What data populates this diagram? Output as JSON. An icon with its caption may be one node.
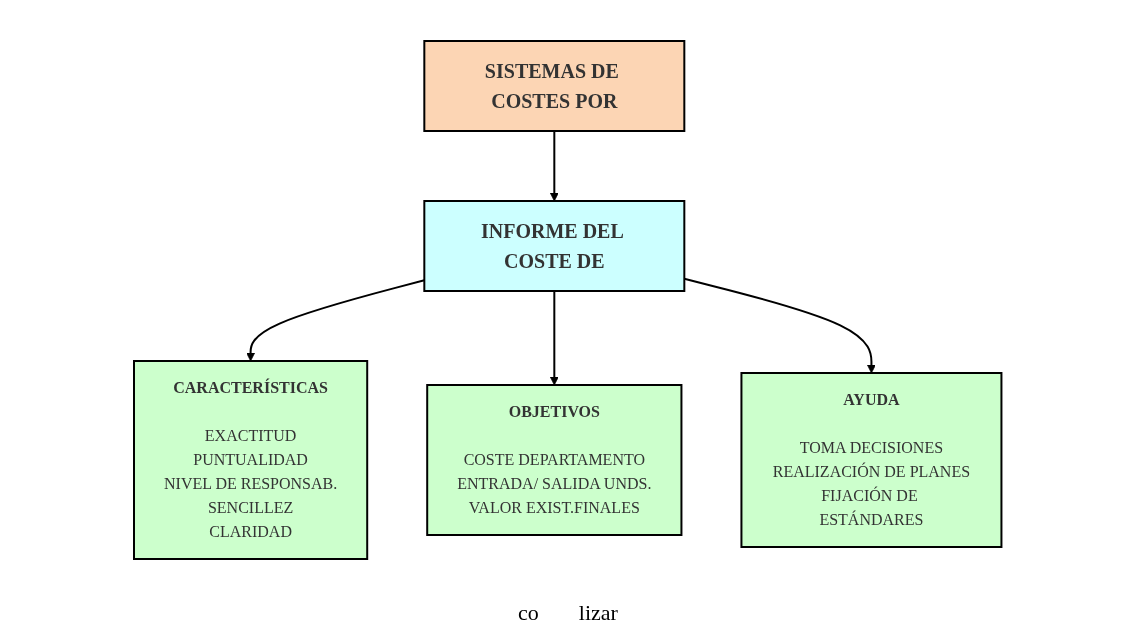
{
  "diagram": {
    "nodes": [
      {
        "text": [
          "SISTEMAS DE COSTES POR"
        ]
      },
      {
        "text": [
          "INFORME DEL COSTE DE"
        ]
      },
      {
        "text": [
          "CARACTERÍSTICAS",
          "EXACTITUD",
          "PUNTUALIDAD",
          "NIVEL DE RESPONSAB.",
          "SENCILLEZ",
          "CLARIDAD"
        ]
      },
      {
        "text": [
          "OBJETIVOS",
          "COSTE DEPARTAMENTO",
          "ENTRADA/ SALIDA UNDS.",
          "VALOR EXIST.FINALES"
        ]
      },
      {
        "text": [
          "AYUDA",
          "TOMA DECISIONES",
          "REALIZACIÓN DE PLANES",
          "FIJACIÓN DE ESTÁNDARES"
        ]
      }
    ],
    "edges": [
      {
        "from": 0,
        "to": 1,
        "arrow": "to"
      },
      {
        "from": 1,
        "to": 2,
        "arrow": "to"
      },
      {
        "from": 1,
        "to": 3,
        "arrow": "to"
      },
      {
        "from": 1,
        "to": 4,
        "arrow": "to"
      }
    ],
    "labels": [
      "co",
      "lizar"
    ]
  }
}
